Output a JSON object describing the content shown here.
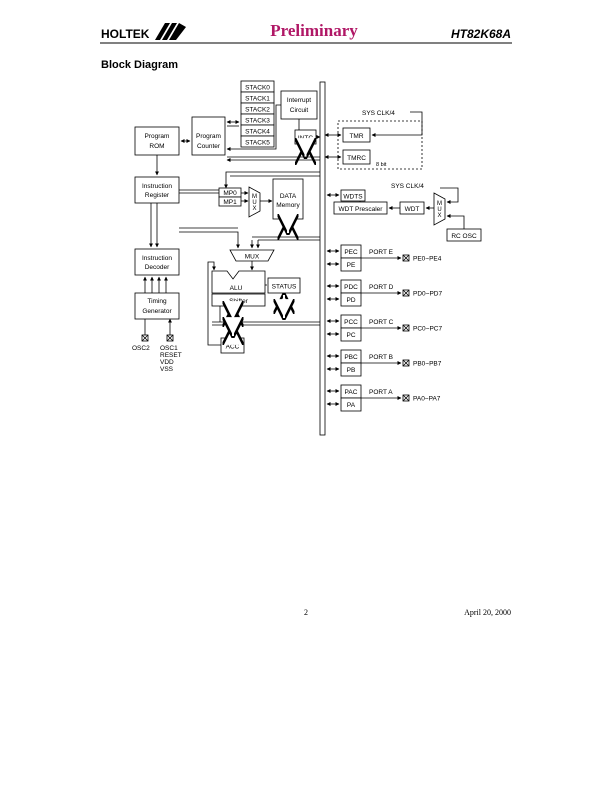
{
  "header": {
    "logo_text": "HOLTEK",
    "status": "Preliminary",
    "part_number": "HT82K68A"
  },
  "section_title": "Block Diagram",
  "blocks": {
    "stack": [
      "STACK0",
      "STACK1",
      "STACK2",
      "STACK3",
      "STACK4",
      "STACK5"
    ],
    "interrupt_circuit": [
      "Interrupt",
      "Circuit"
    ],
    "intc": "INTC",
    "program_rom": [
      "Program",
      "ROM"
    ],
    "program_counter": [
      "Program",
      "Counter"
    ],
    "tmr": "TMR",
    "tmrc": "TMRC",
    "sys_clk_top": "SYS CLK/4",
    "bits": "8 bit",
    "instruction_register": [
      "Instruction",
      "Register"
    ],
    "mp0": "MP0",
    "mp1": "MP1",
    "mux_small": [
      "M",
      "U",
      "X"
    ],
    "data_memory": [
      "DATA",
      "Memory"
    ],
    "wdts": "WDTS",
    "wdt_prescaler": "WDT Prescaler",
    "wdt": "WDT",
    "sys_clk_wdt": "SYS CLK/4",
    "mux_wdt": [
      "M",
      "U",
      "X"
    ],
    "rc_osc": "RC OSC",
    "instruction_decoder": [
      "Instruction",
      "Decoder"
    ],
    "mux_alu": "MUX",
    "alu": "ALU",
    "shifter": "Shifter",
    "status": "STATUS",
    "timing_generator": [
      "Timing",
      "Generator"
    ],
    "acc": "ACC",
    "osc2": "OSC2",
    "osc_pins": [
      "OSC1",
      "RESET",
      "VDD",
      "VSS"
    ]
  },
  "ports": [
    {
      "ctrl": "PEC",
      "data": "PE",
      "name": "PORT E",
      "pins": "PE0~PE4"
    },
    {
      "ctrl": "PDC",
      "data": "PD",
      "name": "PORT D",
      "pins": "PD0~PD7"
    },
    {
      "ctrl": "PCC",
      "data": "PC",
      "name": "PORT C",
      "pins": "PC0~PC7"
    },
    {
      "ctrl": "PBC",
      "data": "PB",
      "name": "PORT B",
      "pins": "PB0~PB7"
    },
    {
      "ctrl": "PAC",
      "data": "PA",
      "name": "PORT A",
      "pins": "PA0~PA7"
    }
  ],
  "footer": {
    "page_number": "2",
    "date": "April 20, 2000"
  }
}
